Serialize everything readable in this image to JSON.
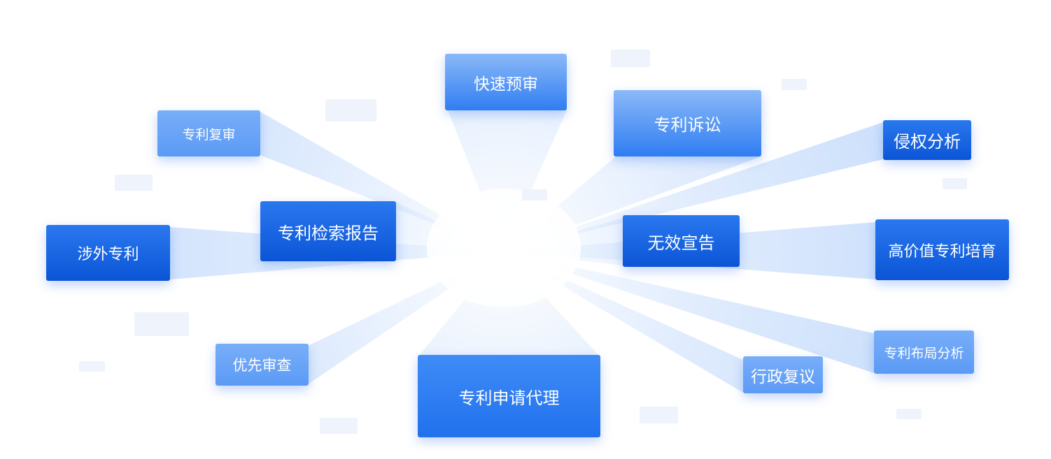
{
  "nodes": [
    {
      "id": "fast-pre-examination",
      "label": "快速预审"
    },
    {
      "id": "patent-reexamination",
      "label": "专利复审"
    },
    {
      "id": "patent-litigation",
      "label": "专利诉讼"
    },
    {
      "id": "infringement-analysis",
      "label": "侵权分析"
    },
    {
      "id": "patent-search-report",
      "label": "专利检索报告"
    },
    {
      "id": "foreign-patent",
      "label": "涉外专利"
    },
    {
      "id": "invalidation-declaration",
      "label": "无效宣告"
    },
    {
      "id": "high-value-patent-cultivation",
      "label": "高价值专利培育"
    },
    {
      "id": "priority-examination",
      "label": "优先审查"
    },
    {
      "id": "patent-application-agency",
      "label": "专利申请代理"
    },
    {
      "id": "administrative-reconsideration",
      "label": "行政复议"
    },
    {
      "id": "patent-portfolio-analysis",
      "label": "专利布局分析"
    }
  ],
  "colors": {
    "dark_blue": "#0b55d6",
    "mid_blue": "#2171ee",
    "light_blue": "#5b9af5",
    "beam": "#5b9af5",
    "decoration": "#eef3fc",
    "background": "#ffffff"
  }
}
